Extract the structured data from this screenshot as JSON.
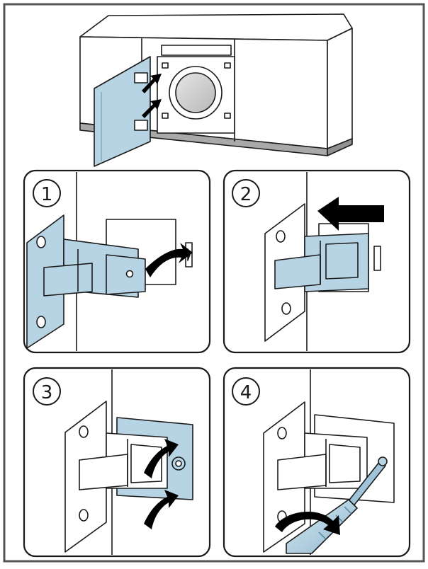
{
  "colors": {
    "blue": "#b7d4e4",
    "line": "#1a1a1a",
    "arrow": "#000000",
    "frame": "#555555",
    "plinth": "#a9a9a9",
    "glass": "#c9c9c9"
  },
  "steps": [
    {
      "number": "1"
    },
    {
      "number": "2"
    },
    {
      "number": "3"
    },
    {
      "number": "4"
    }
  ]
}
